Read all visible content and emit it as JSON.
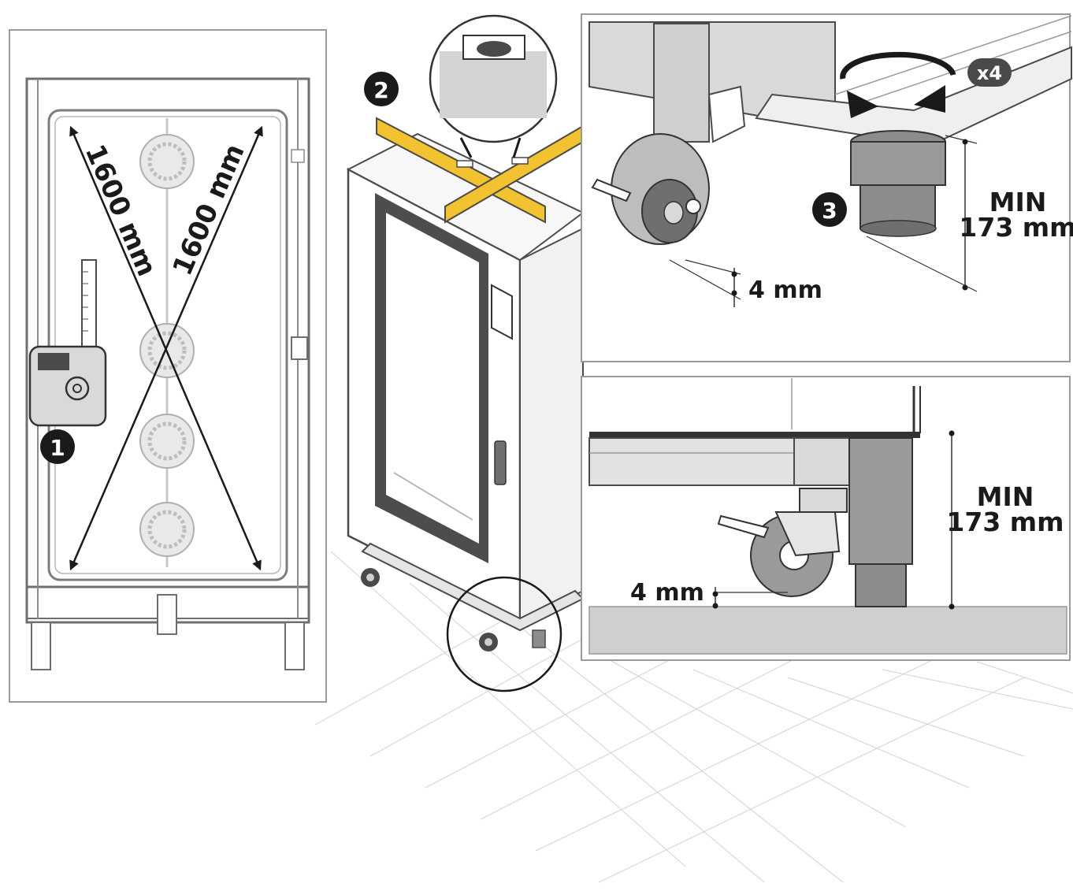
{
  "panel1": {
    "diag_left": "1600 mm",
    "diag_right": "1600 mm",
    "step_badge": "1"
  },
  "panel2": {
    "step_badge": "2"
  },
  "panel3": {
    "step_badge": "3",
    "multiplier": "x4",
    "min_label": "MIN",
    "min_value": "173 mm",
    "gap_value": "4 mm"
  },
  "panel4": {
    "min_label": "MIN",
    "min_value": "173 mm",
    "gap_value": "4 mm"
  },
  "colors": {
    "level_yellow": "#f2c230",
    "dark_frame": "#4a4a4a",
    "badge": "#1a1a1a"
  }
}
